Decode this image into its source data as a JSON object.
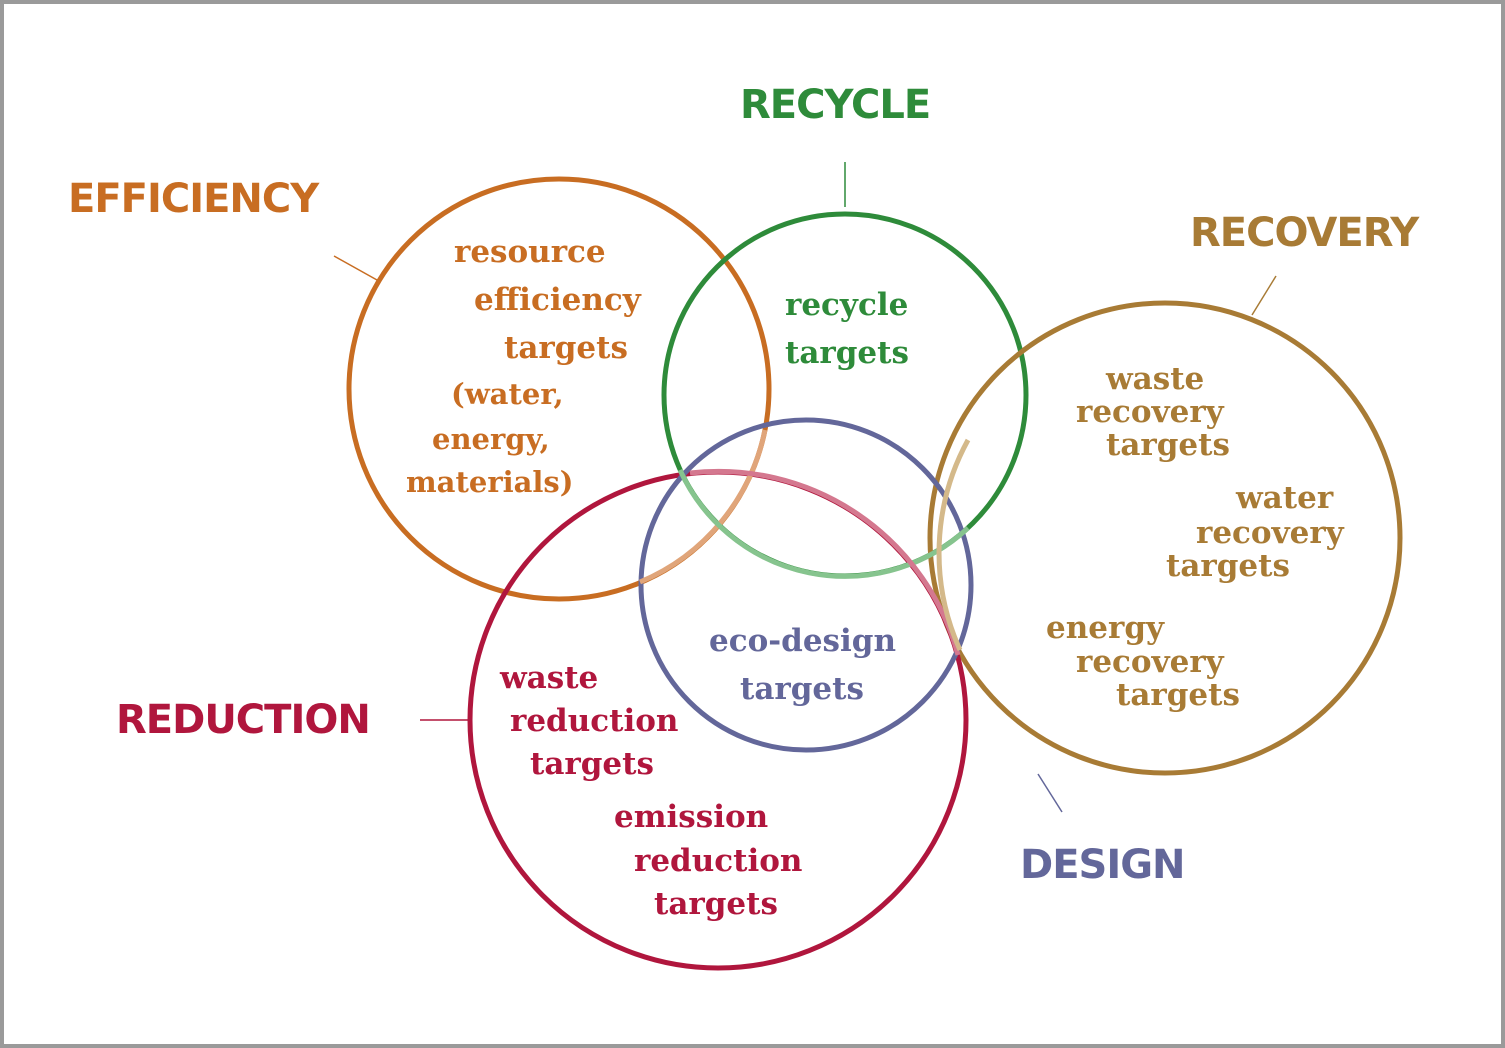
{
  "colors": {
    "efficiency": "#c86d22",
    "recycle": "#2e8b3a",
    "recovery": "#a87b35",
    "reduction": "#b0163d",
    "design": "#63679a",
    "frame": "#9a9a9a"
  },
  "labels": {
    "efficiency": "EFFICIENCY",
    "recycle": "RECYCLE",
    "recovery": "RECOVERY",
    "reduction": "REDUCTION",
    "design": "DESIGN"
  },
  "efficiency_text": {
    "line1": "resource",
    "line2": "efficiency",
    "line3": "targets",
    "line4": "(water,",
    "line5": "energy,",
    "line6": "materials)"
  },
  "recycle_text": {
    "line1": "recycle",
    "line2": "targets"
  },
  "recovery_text": {
    "waste1": "waste",
    "waste2": "recovery",
    "waste3": "targets",
    "water1": "water",
    "water2": "recovery",
    "water3": "targets",
    "energy1": "energy",
    "energy2": "recovery",
    "energy3": "targets"
  },
  "design_text": {
    "line1": "eco-design",
    "line2": "targets"
  },
  "reduction_text": {
    "waste1": "waste",
    "waste2": "reduction",
    "waste3": "targets",
    "emission1": "emission",
    "emission2": "reduction",
    "emission3": "targets"
  }
}
